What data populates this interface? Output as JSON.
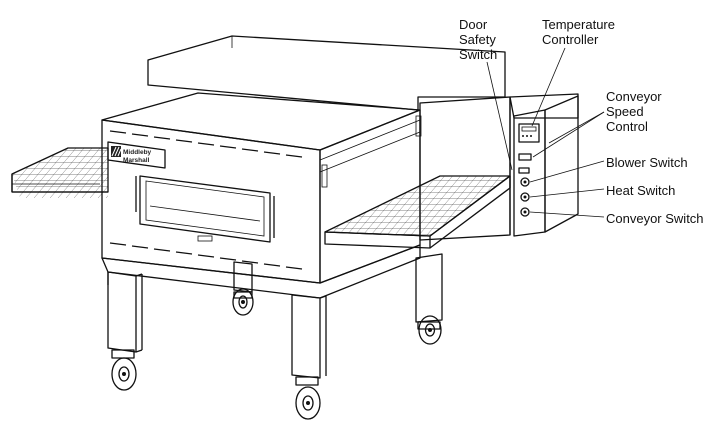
{
  "callouts": {
    "door_safety_switch": "Door\nSafety\nSwitch",
    "temperature_controller": "Temperature\nController",
    "conveyor_speed_control": "Conveyor\nSpeed\nControl",
    "blower_switch": "Blower Switch",
    "heat_switch": "Heat Switch",
    "conveyor_switch": "Conveyor Switch"
  },
  "brand": {
    "line1": "Middleby",
    "line2": "Marshall"
  }
}
